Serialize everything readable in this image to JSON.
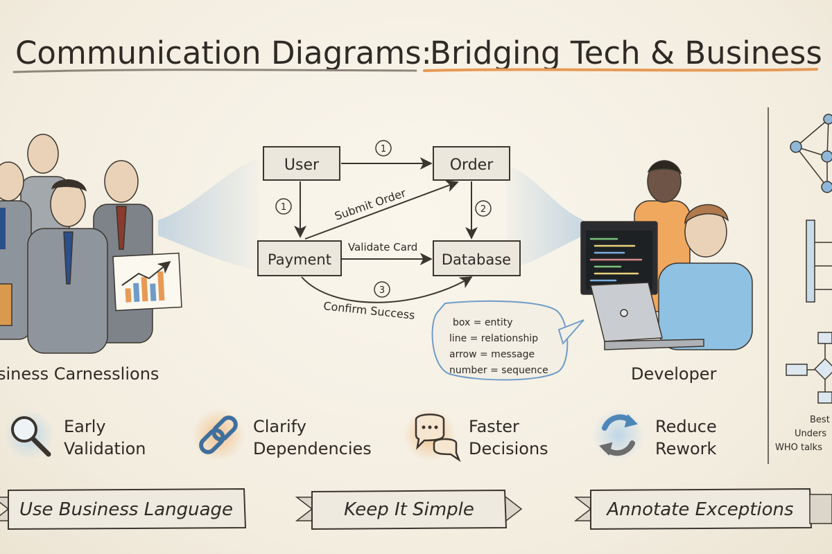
{
  "title_part1": "Communication Diagrams:",
  "title_part2": "Bridging Tech & Business",
  "nodes": {
    "user": "User",
    "order": "Order",
    "payment": "Payment",
    "database": "Database"
  },
  "messages": {
    "submit_order": "Submit Order",
    "validate_card": "Validate Card",
    "confirm_success": "Confirm Success"
  },
  "sequence": {
    "user_order": "1",
    "user_payment": "1",
    "order_database": "2",
    "payment_database": "3"
  },
  "legend": [
    "box = entity",
    "line = relationship",
    "arrow = message",
    "number = sequence"
  ],
  "left_group_label": "siness Carnesslions",
  "developer_label": "Developer",
  "benefits": [
    {
      "line1": "Early",
      "line2": "Validation",
      "icon": "magnifier-icon",
      "color": "#b9d4e8"
    },
    {
      "line1": "Clarify",
      "line2": "Dependencies",
      "icon": "chain-link-icon",
      "color": "#f2c08c"
    },
    {
      "line1": "Faster",
      "line2": "Decisions",
      "icon": "speech-bubbles-icon",
      "color": "#f2c08c"
    },
    {
      "line1": "Reduce",
      "line2": "Rework",
      "icon": "refresh-icon",
      "color": "#b9d4e8"
    }
  ],
  "banners": [
    "Use Business Language",
    "Keep It Simple",
    "Annotate Exceptions"
  ],
  "right_panel": {
    "line1": "Best",
    "line2": "Unders",
    "line3": "WHO talks"
  },
  "colors": {
    "ink": "#2e2a25",
    "accent_orange": "#e69a56",
    "accent_blue": "#6f9cc7",
    "paper": "#f6f1e4"
  }
}
